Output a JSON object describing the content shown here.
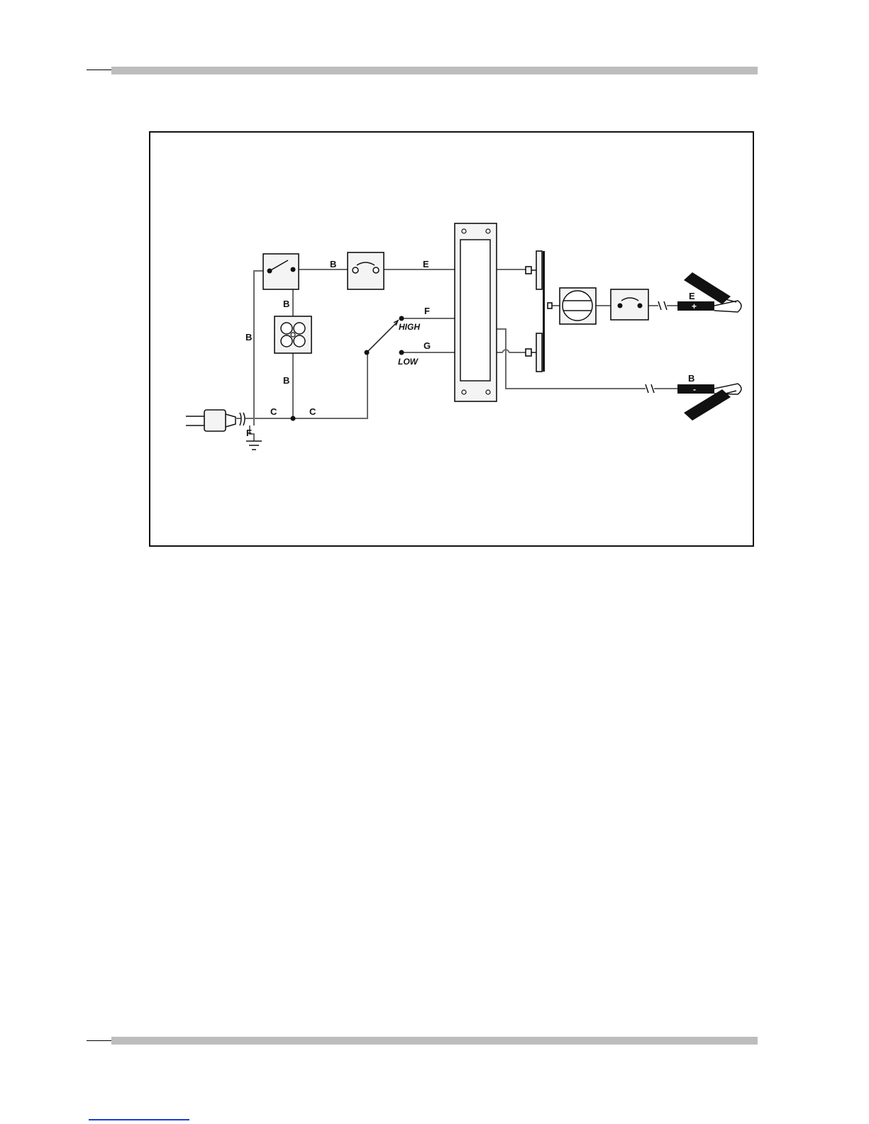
{
  "colors": {
    "rule": "#000000",
    "rule_shadow": "#bdbdbd",
    "wire": "#6a6a6a",
    "ink": "#111111",
    "footer_link": "#1a3fd6"
  },
  "diagram": {
    "wire_labels": {
      "b_top": "B",
      "b_left": "B",
      "b_fan_upper": "B",
      "b_fan_lower": "B",
      "c_left": "C",
      "c_right": "C",
      "f_ground": "F",
      "e_main": "E",
      "f_high": "F",
      "g_low": "G",
      "e_clamp": "E",
      "b_clamp": "B"
    },
    "switch_labels": {
      "high": "HIGH",
      "low": "LOW"
    },
    "clamp_signs": {
      "positive": "+",
      "negative": "-"
    }
  }
}
